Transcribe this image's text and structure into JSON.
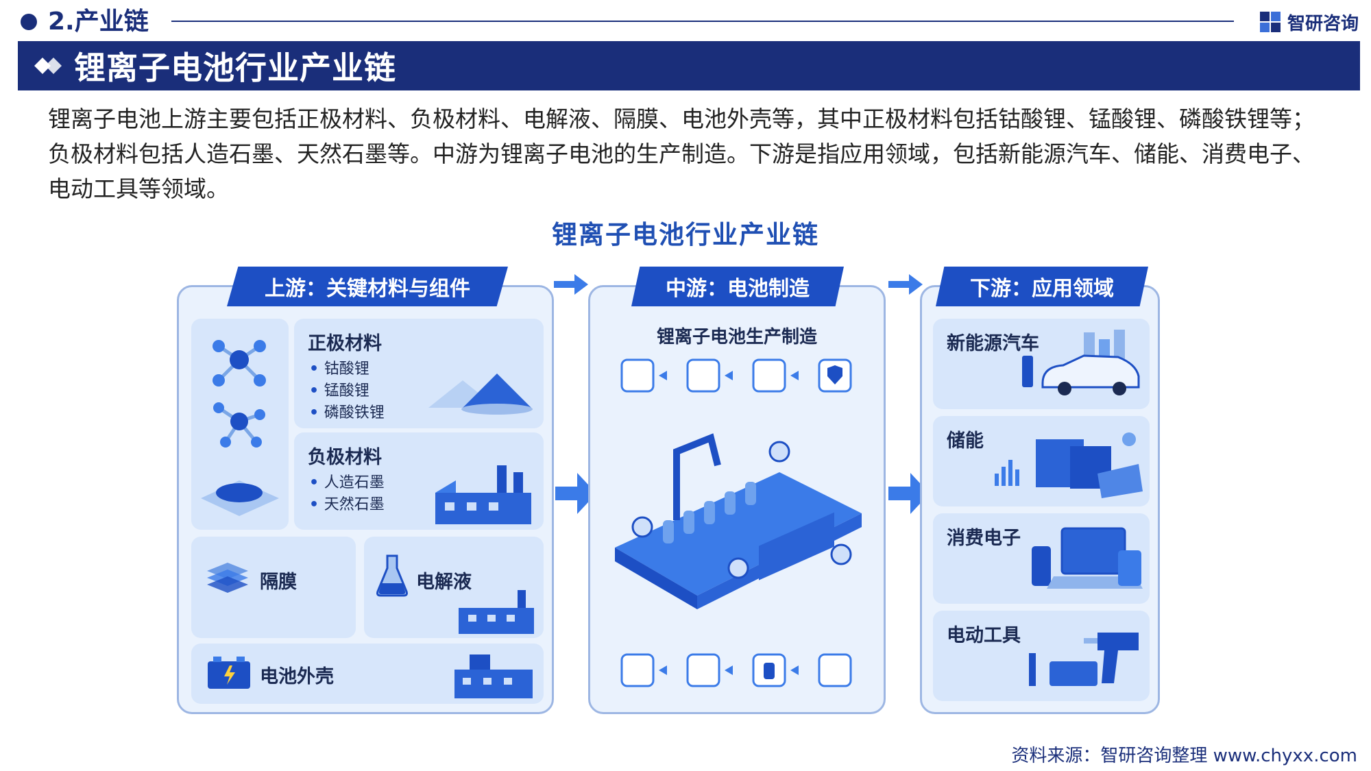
{
  "header": {
    "section_label": "2.产业链",
    "brand_name": "智研咨询",
    "title": "锂离子电池行业产业链"
  },
  "intro_text": "锂离子电池上游主要包括正极材料、负极材料、电解液、隔膜、电池外壳等，其中正极材料包括钴酸锂、锰酸锂、磷酸铁锂等；负极材料包括人造石墨、天然石墨等。中游为锂离子电池的生产制造。下游是指应用领域，包括新能源汽车、储能、消费电子、电动工具等领域。",
  "diagram": {
    "title": "锂离子电池行业产业链",
    "upstream": {
      "header": "上游：关键材料与组件",
      "cathode": {
        "title": "正极材料",
        "items": [
          "钴酸锂",
          "锰酸锂",
          "磷酸铁锂"
        ]
      },
      "anode": {
        "title": "负极材料",
        "items": [
          "人造石墨",
          "天然石墨"
        ]
      },
      "separator": "隔膜",
      "electrolyte": "电解液",
      "casing": "电池外壳"
    },
    "midstream": {
      "header": "中游：电池制造",
      "label": "锂离子电池生产制造"
    },
    "downstream": {
      "header": "下游：应用领域",
      "items": [
        "新能源汽车",
        "储能",
        "消费电子",
        "电动工具"
      ]
    }
  },
  "source": "资料来源：智研咨询整理  www.chyxx.com",
  "colors": {
    "navy": "#1a2e7a",
    "accent_blue": "#1d4fc4",
    "panel_bg": "#eaf2fd",
    "card_bg": "#d7e6fb"
  }
}
